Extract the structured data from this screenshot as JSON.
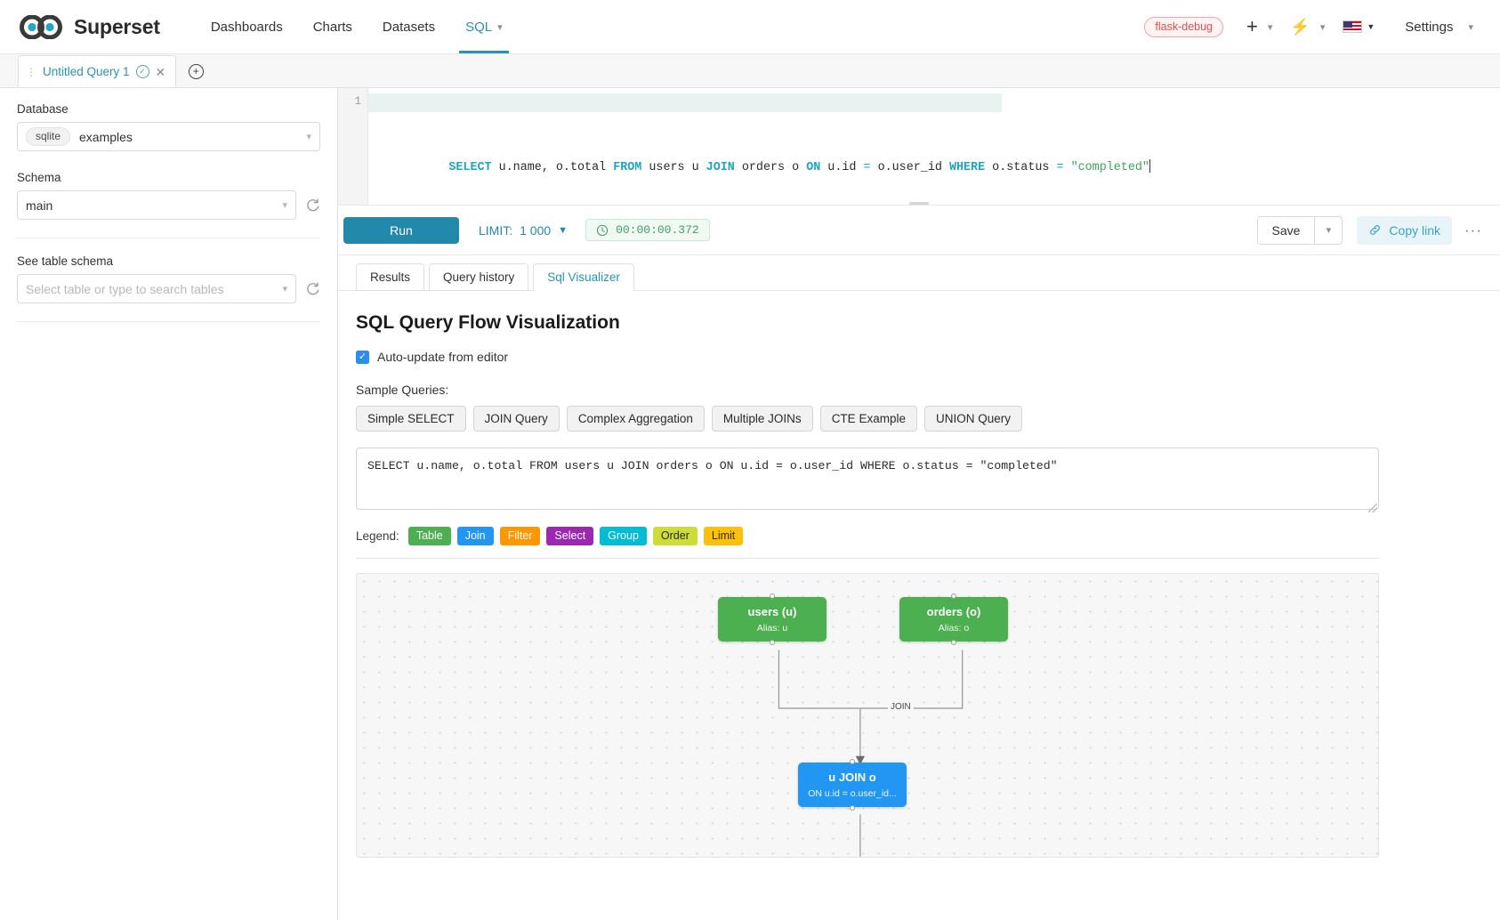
{
  "navbar": {
    "brand": "Superset",
    "brand_logo_icon": "infinity-logo-icon",
    "links": [
      {
        "label": "Dashboards",
        "active": false
      },
      {
        "label": "Charts",
        "active": false
      },
      {
        "label": "Datasets",
        "active": false
      },
      {
        "label": "SQL",
        "active": true,
        "has_caret": true
      }
    ],
    "debug_badge": "flask-debug",
    "plus_icon": "plus-icon",
    "bolt_icon": "lightning-bolt-icon",
    "flag_icon": "us-flag-icon",
    "settings_label": "Settings"
  },
  "tabstrip": {
    "query_tab_label": "Untitled Query 1",
    "status_icon": "check-circle-icon",
    "close_icon": "close-icon",
    "drag_icon": "drag-handle-icon",
    "add_tab_icon": "plus-circle-icon"
  },
  "left_panel": {
    "database_label": "Database",
    "database_engine": "sqlite",
    "database_value": "examples",
    "schema_label": "Schema",
    "schema_value": "main",
    "table_label": "See table schema",
    "table_placeholder": "Select table or type to search tables",
    "refresh_icon": "refresh-icon",
    "chevron_icon": "chevron-down-icon"
  },
  "editor": {
    "line_number": "1",
    "tokens": [
      {
        "t": "SELECT",
        "c": "kw"
      },
      {
        "t": " u.name, o.total ",
        "c": "plain"
      },
      {
        "t": "FROM",
        "c": "kw"
      },
      {
        "t": " users u ",
        "c": "plain"
      },
      {
        "t": "JOIN",
        "c": "kw"
      },
      {
        "t": " orders o ",
        "c": "plain"
      },
      {
        "t": "ON",
        "c": "kw"
      },
      {
        "t": " u.id ",
        "c": "plain"
      },
      {
        "t": "=",
        "c": "op"
      },
      {
        "t": " o.user_id ",
        "c": "plain"
      },
      {
        "t": "WHERE",
        "c": "kw"
      },
      {
        "t": " o.status ",
        "c": "plain"
      },
      {
        "t": "=",
        "c": "op"
      },
      {
        "t": " \"completed\"",
        "c": "str"
      }
    ]
  },
  "toolbar": {
    "run_label": "Run",
    "limit_label": "LIMIT:",
    "limit_value": "1 000",
    "timer_value": "00:00:00.372",
    "clock_icon": "clock-icon",
    "save_label": "Save",
    "save_caret_icon": "chevron-down-icon",
    "copy_link_label": "Copy link",
    "link_icon": "link-icon",
    "more_label": "···"
  },
  "result_tabs": [
    {
      "label": "Results",
      "active": false
    },
    {
      "label": "Query history",
      "active": false
    },
    {
      "label": "Sql Visualizer",
      "active": true
    }
  ],
  "visualizer": {
    "title": "SQL Query Flow Visualization",
    "auto_update_label": "Auto-update from editor",
    "auto_update_checked": true,
    "checkbox_icon": "checkmark-icon",
    "sample_label": "Sample Queries:",
    "sample_buttons": [
      "Simple SELECT",
      "JOIN Query",
      "Complex Aggregation",
      "Multiple JOINs",
      "CTE Example",
      "UNION Query"
    ],
    "sql_text": "SELECT u.name, o.total FROM users u JOIN orders o ON u.id = o.user_id WHERE o.status = \"completed\"",
    "legend_label": "Legend:",
    "legend": [
      {
        "label": "Table",
        "color": "#4caf50"
      },
      {
        "label": "Join",
        "color": "#2196f3"
      },
      {
        "label": "Filter",
        "color": "#ff9800"
      },
      {
        "label": "Select",
        "color": "#9c27b0"
      },
      {
        "label": "Group",
        "color": "#00bcd4"
      },
      {
        "label": "Order",
        "color": "#cddc39"
      },
      {
        "label": "Limit",
        "color": "#ffc107"
      }
    ],
    "graph": {
      "nodes": [
        {
          "id": "users",
          "title": "users (u)",
          "sub": "Alias: u",
          "kind": "table"
        },
        {
          "id": "orders",
          "title": "orders (o)",
          "sub": "Alias: o",
          "kind": "table"
        },
        {
          "id": "join",
          "title": "u JOIN o",
          "sub": "ON u.id = o.user_id...",
          "kind": "join"
        }
      ],
      "edge_label": "JOIN"
    }
  }
}
